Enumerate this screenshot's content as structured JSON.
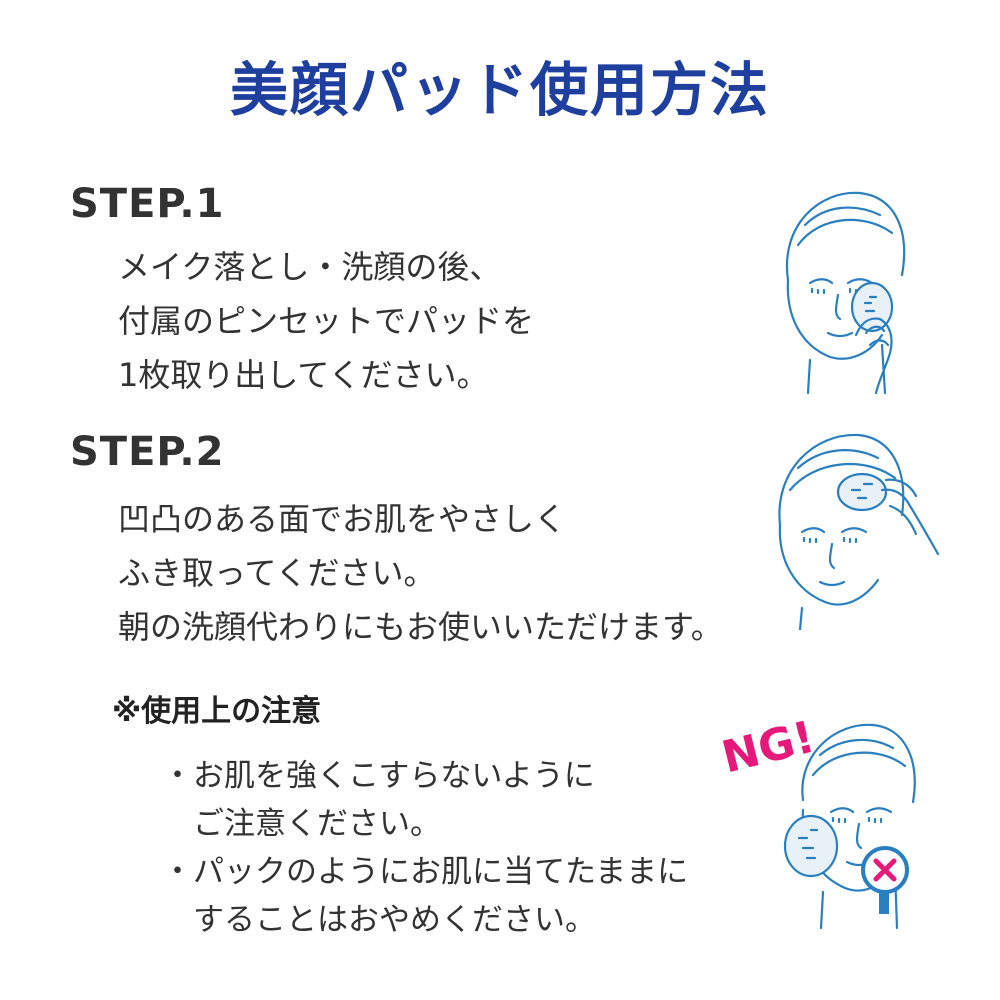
{
  "title": "美顔パッド使用方法",
  "steps": [
    {
      "heading": "STEP.1",
      "lines": [
        "メイク落とし・洗顔の後、",
        "付属のピンセットでパッドを",
        "1枚取り出してください。"
      ]
    },
    {
      "heading": "STEP.2",
      "lines": [
        "凹凸のある面でお肌をやさしく",
        "ふき取ってください。",
        "朝の洗顔代わりにもお使いいただけます。"
      ]
    }
  ],
  "caution": {
    "heading": "※使用上の注意",
    "lines": [
      "・お肌を強くこすらないように",
      "　ご注意ください。",
      "・パックのようにお肌に当てたままに",
      "　することはおやめください。"
    ],
    "ng_label": "NG!"
  },
  "colors": {
    "title": "#1f3f9e",
    "illustration": "#2a7fc1",
    "ng": "#e6197a"
  },
  "icons": {
    "face1": "face-pad-cheek-illustration",
    "face2": "face-pad-forehead-illustration",
    "face3": "face-pad-ng-illustration",
    "ng_mark": "cross-mark-icon"
  }
}
